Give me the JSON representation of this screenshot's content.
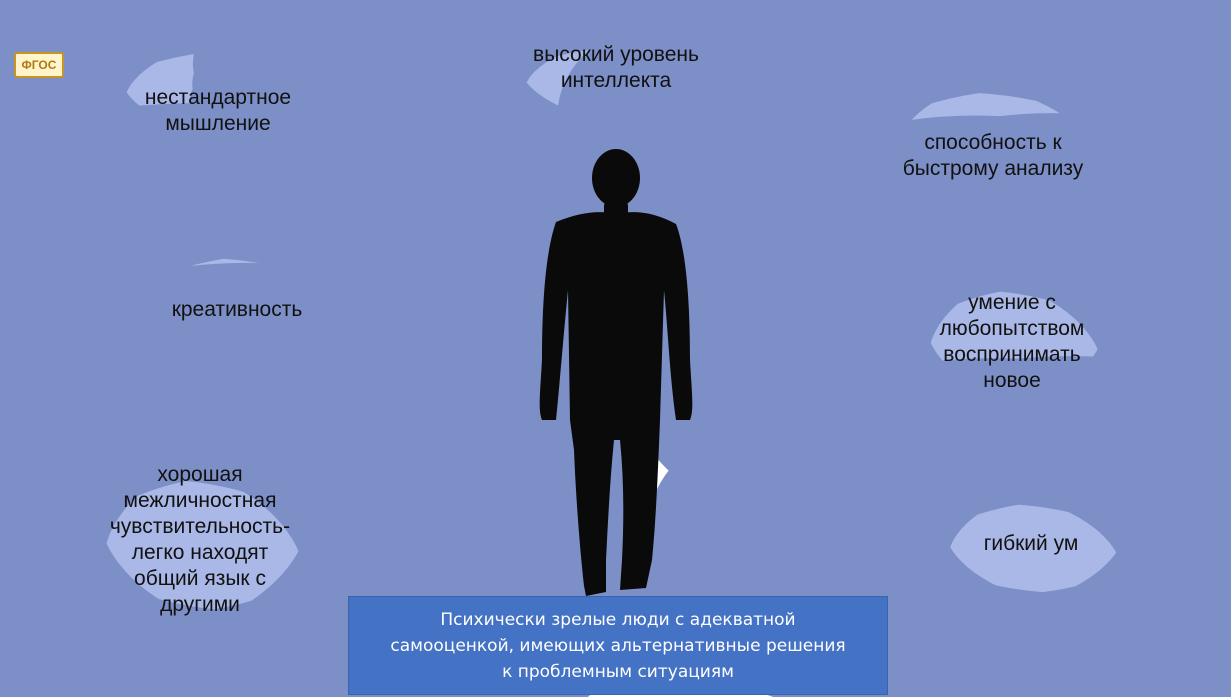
{
  "badge": {
    "label": "ФГОС"
  },
  "clouds": {
    "nonstandard": "нестандартное\nмышление",
    "intellect": "высокий уровень\nинтеллекта",
    "analysis": "способность к\nбыстрому анализу",
    "creativity": "креативность",
    "curiosity": "умение с\nлюбопытством\nвоспринимать\nновое",
    "interpersonal": "хорошая\nмежличностная\nчувствительность-\nлегко находят\nобщий язык с\nдругими",
    "flexible": "гибкий ум"
  },
  "caption": "Психически зрелые люди с адекватной\nсамооценкой, имеющих альтернативные решения\nк проблемным ситуациям",
  "colors": {
    "cloud_fill": "#a9b8e6",
    "cloud_stroke": "#7d8fc7",
    "caption_bg": "#4472c4",
    "header_gradient": "#f6d08f",
    "silhouette": "#0a0a0a"
  }
}
